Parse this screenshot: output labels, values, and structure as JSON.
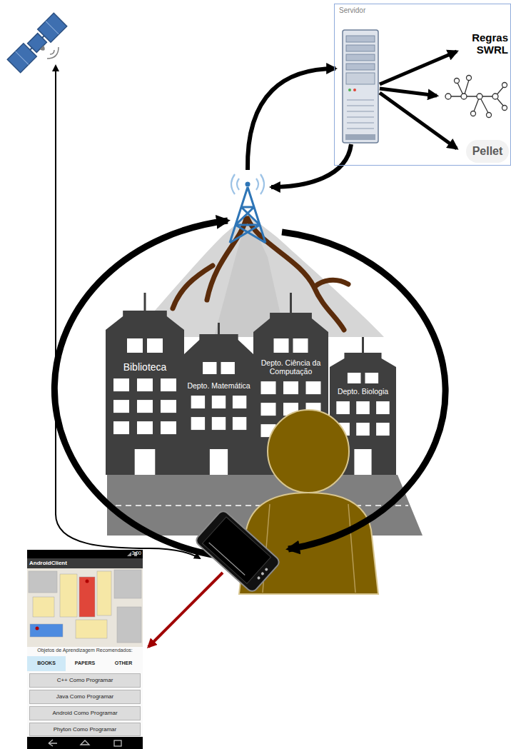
{
  "diagram": {
    "nodes": [
      {
        "text": [
          "Servidor"
        ]
      },
      {
        "text": [
          "Pellet"
        ],
        "in": 0
      },
      {
        "text": [
          "Biblioteca"
        ]
      },
      {
        "text": [
          "Depto. Matemática"
        ]
      },
      {
        "text": [
          "Depto. Ciência da Computação"
        ]
      },
      {
        "text": [
          "Depto. Biologia"
        ]
      },
      {
        "text": [
          "AndroidClient",
          "Objetos de Aprendizagem Recomendados:"
        ]
      },
      {
        "text": [
          "BOOKS"
        ],
        "in": 6
      },
      {
        "text": [
          "PAPERS"
        ],
        "in": 6
      },
      {
        "text": [
          "OTHER"
        ],
        "in": 6
      },
      {
        "text": [
          "C++ Como Programar"
        ],
        "in": 6
      },
      {
        "text": [
          "Java Como Programar"
        ],
        "in": 6
      },
      {
        "text": [
          "Android Como Programar"
        ],
        "in": 6
      },
      {
        "text": [
          "Phyton Como Programar"
        ],
        "in": 6
      }
    ],
    "labels": [
      "Regras SWRL",
      "3:00"
    ]
  }
}
